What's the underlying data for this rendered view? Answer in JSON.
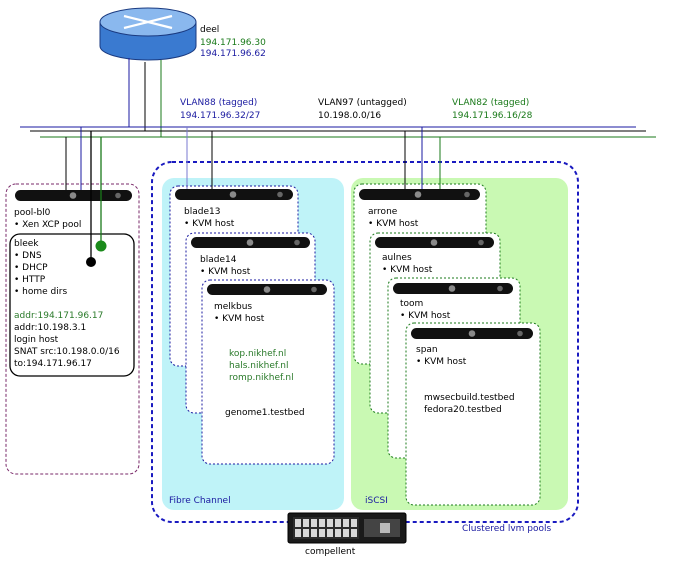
{
  "colors": {
    "vlan88": "#1a1aa0",
    "vlan97": "#000000",
    "vlan82": "#1a7a1a",
    "fc_fill": "#bff3f8",
    "iscsi_fill": "#c9f9b3",
    "clustered_border": "#1a1ac0",
    "pool_border": "#7a2a6a",
    "addr_green": "#2a7a2a"
  },
  "router": {
    "name": "deel",
    "addr1": "194.171.96.30",
    "addr2": "194.171.96.62"
  },
  "vlans": [
    {
      "name": "VLAN88 (tagged)",
      "subnet": "194.171.96.32/27"
    },
    {
      "name": "VLAN97 (untagged)",
      "subnet": "10.198.0.0/16"
    },
    {
      "name": "VLAN82 (tagged)",
      "subnet": "194.171.96.16/28"
    }
  ],
  "pool": {
    "name": "pool-bl0",
    "role": "• Xen XCP pool",
    "vm": {
      "name": "bleek",
      "services": [
        "• DNS",
        "• DHCP",
        "• HTTP",
        "• home dirs"
      ],
      "addr_public": "addr:194.171.96.17",
      "addr_private": "addr:10.198.3.1",
      "role": "login host",
      "snat_src": "SNAT src:10.198.0.0/16",
      "snat_to": "to:194.171.96.17"
    }
  },
  "fc_hosts": [
    {
      "name": "blade13",
      "role": "• KVM host"
    },
    {
      "name": "blade14",
      "role": "• KVM host"
    },
    {
      "name": "melkbus",
      "role": "• KVM host",
      "vms_public": [
        "kop.nikhef.nl",
        "hals.nikhef.nl",
        "romp.nikhef.nl"
      ],
      "vms_private": [
        "genome1.testbed"
      ]
    }
  ],
  "iscsi_hosts": [
    {
      "name": "arrone",
      "role": "• KVM host"
    },
    {
      "name": "aulnes",
      "role": "• KVM host"
    },
    {
      "name": "toom",
      "role": "• KVM host"
    },
    {
      "name": "span",
      "role": "• KVM host",
      "vms_private": [
        "mwsecbuild.testbed",
        "fedora20.testbed"
      ]
    }
  ],
  "fc_label": "Fibre Channel",
  "iscsi_label": "iSCSI",
  "clustered_label": "Clustered lvm pools",
  "storage": {
    "name": "compellent"
  }
}
